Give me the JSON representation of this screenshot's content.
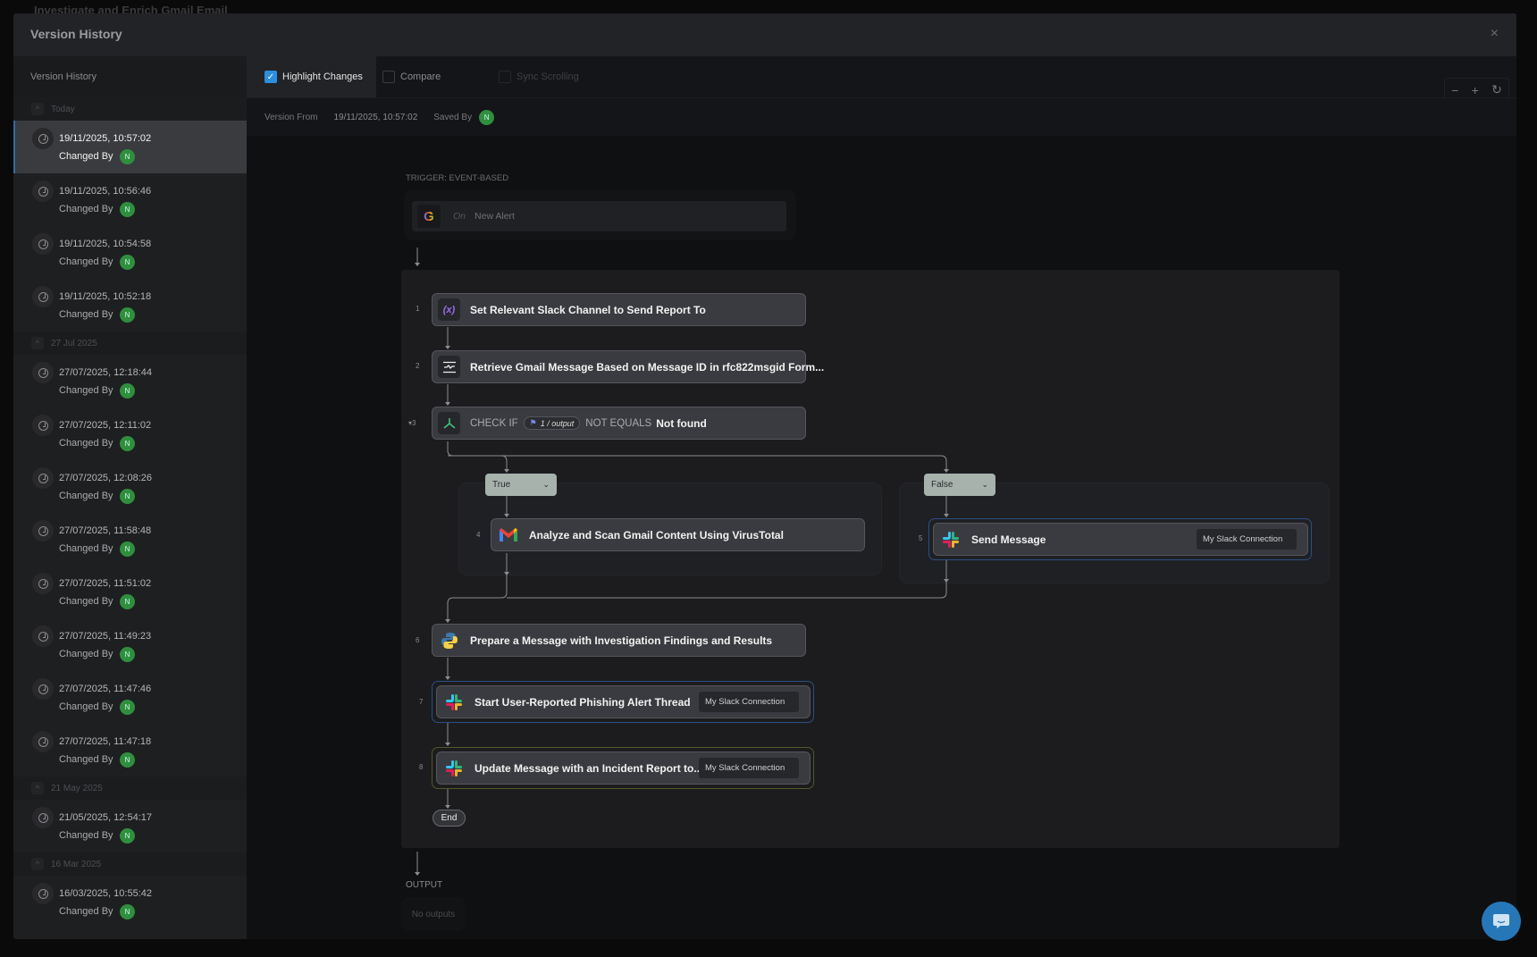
{
  "background": {
    "workflow_title": "Investigate and Enrich Gmail Email"
  },
  "modal": {
    "title": "Version History",
    "close_label": "×"
  },
  "sidebar": {
    "title": "Version History",
    "groups": [
      {
        "label": "Today",
        "items": [
          {
            "datetime": "19/11/2025, 10:57:02",
            "changed_by": "Changed By",
            "avatar": "N",
            "selected": true
          },
          {
            "datetime": "19/11/2025, 10:56:46",
            "changed_by": "Changed By",
            "avatar": "N"
          },
          {
            "datetime": "19/11/2025, 10:54:58",
            "changed_by": "Changed By",
            "avatar": "N"
          },
          {
            "datetime": "19/11/2025, 10:52:18",
            "changed_by": "Changed By",
            "avatar": "N"
          }
        ]
      },
      {
        "label": "27 Jul 2025",
        "items": [
          {
            "datetime": "27/07/2025, 12:18:44",
            "changed_by": "Changed By",
            "avatar": "N"
          },
          {
            "datetime": "27/07/2025, 12:11:02",
            "changed_by": "Changed By",
            "avatar": "N"
          },
          {
            "datetime": "27/07/2025, 12:08:26",
            "changed_by": "Changed By",
            "avatar": "N"
          },
          {
            "datetime": "27/07/2025, 11:58:48",
            "changed_by": "Changed By",
            "avatar": "N"
          },
          {
            "datetime": "27/07/2025, 11:51:02",
            "changed_by": "Changed By",
            "avatar": "N"
          },
          {
            "datetime": "27/07/2025, 11:49:23",
            "changed_by": "Changed By",
            "avatar": "N"
          },
          {
            "datetime": "27/07/2025, 11:47:46",
            "changed_by": "Changed By",
            "avatar": "N"
          },
          {
            "datetime": "27/07/2025, 11:47:18",
            "changed_by": "Changed By",
            "avatar": "N"
          }
        ]
      },
      {
        "label": "21 May 2025",
        "items": [
          {
            "datetime": "21/05/2025, 12:54:17",
            "changed_by": "Changed By",
            "avatar": "N"
          }
        ]
      },
      {
        "label": "16 Mar 2025",
        "items": [
          {
            "datetime": "16/03/2025, 10:55:42",
            "changed_by": "Changed By",
            "avatar": "N"
          }
        ]
      }
    ]
  },
  "toolbar": {
    "highlight_changes": {
      "label": "Highlight Changes",
      "checked": true
    },
    "compare": {
      "label": "Compare",
      "checked": false
    },
    "sync_scrolling": {
      "label": "Sync Scrolling",
      "checked": false,
      "disabled": true
    },
    "zoom_out": "−",
    "zoom_in": "+",
    "reset": "↻"
  },
  "version_info": {
    "version_from_label": "Version From",
    "version_from": "19/11/2025, 10:57:02",
    "saved_by_label": "Saved By",
    "saved_by_avatar": "N"
  },
  "workflow": {
    "trigger_label": "TRIGGER: EVENT-BASED",
    "trigger": {
      "icon": "google-icon",
      "icon_text": "G",
      "prefix": "On",
      "name": "New Alert"
    },
    "nodes": [
      {
        "num": "1",
        "icon": "variable-icon",
        "icon_text": "(x)",
        "title": "Set Relevant Slack Channel to Send Report To"
      },
      {
        "num": "2",
        "icon": "data-transform-icon",
        "title": "Retrieve Gmail Message Based on Message ID in rfc822msgid Form..."
      },
      {
        "num": "3",
        "icon": "condition-icon",
        "check_if": "CHECK IF",
        "operand": "1 / output",
        "operator": "NOT EQUALS",
        "value": "Not found"
      },
      {
        "num": "4",
        "icon": "gmail-icon",
        "title": "Analyze and Scan Gmail Content Using VirusTotal"
      },
      {
        "num": "5",
        "icon": "slack-icon",
        "title": "Send Message",
        "connection": "My Slack Connection",
        "change": "modified"
      },
      {
        "num": "6",
        "icon": "python-icon",
        "title": "Prepare a Message with Investigation Findings and Results"
      },
      {
        "num": "7",
        "icon": "slack-icon",
        "title": "Start User-Reported Phishing Alert Thread",
        "connection": "My Slack Connection",
        "change": "modified"
      },
      {
        "num": "8",
        "icon": "slack-icon",
        "title": "Update Message with an Incident Report to...",
        "connection": "My Slack Connection",
        "change": "added"
      }
    ],
    "branches": {
      "true_label": "True",
      "false_label": "False"
    },
    "end_label": "End",
    "output_label": "OUTPUT",
    "no_outputs": "No outputs"
  },
  "colors": {
    "accent": "#2b8fe0",
    "modified": "#2c4f86",
    "added": "#4d5a2a",
    "avatar": "#2f8f3e"
  }
}
